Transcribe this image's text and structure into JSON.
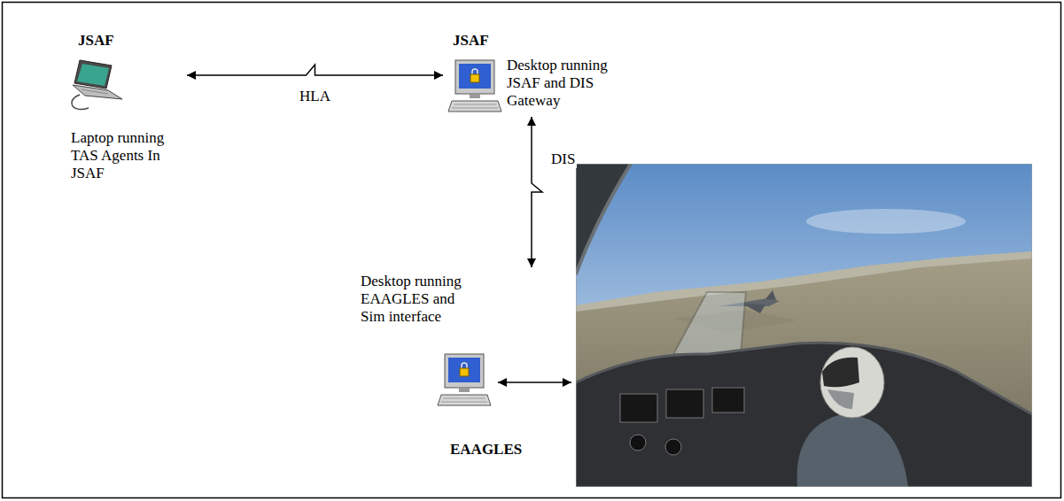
{
  "diagram": {
    "nodes": [
      {
        "text": [
          "JSAF",
          "Laptop running TAS Agents In JSAF"
        ]
      },
      {
        "text": [
          "JSAF",
          "Desktop running JSAF and DIS Gateway"
        ]
      },
      {
        "text": [
          "Desktop running EAAGLES and Sim interface",
          "EAAGLES"
        ]
      }
    ],
    "edges": [
      {
        "from": 0,
        "to": 1,
        "arrow": "both",
        "label": "HLA"
      },
      {
        "from": 1,
        "to": 2,
        "arrow": "both",
        "label": "DIS"
      }
    ]
  }
}
